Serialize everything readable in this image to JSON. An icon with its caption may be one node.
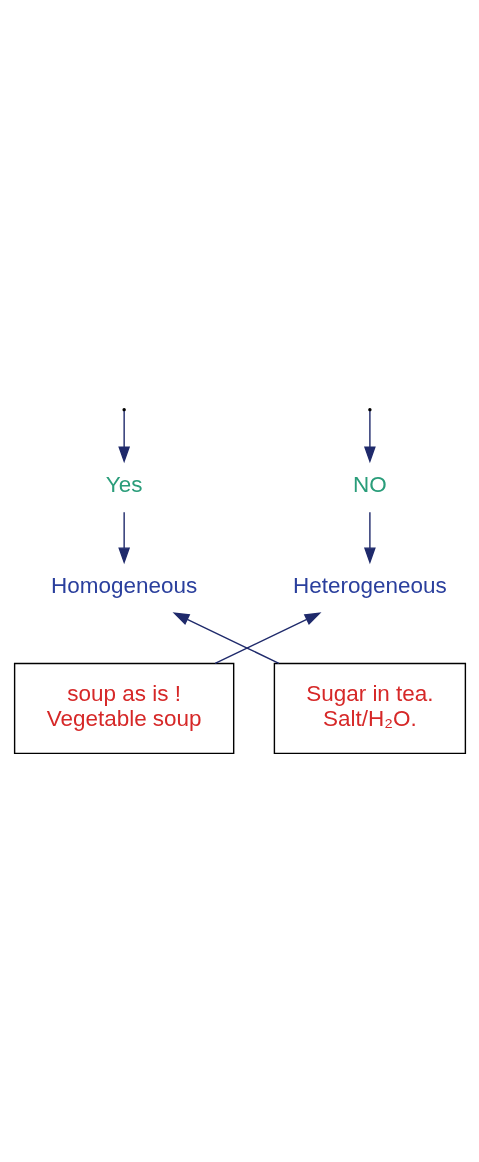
{
  "diagram": {
    "nodes": [
      {
        "text": [
          "NO"
        ]
      },
      {
        "text": [
          "Yes"
        ]
      },
      {
        "text": [
          "Heterogeneous"
        ]
      },
      {
        "text": [
          "Homogeneous"
        ]
      },
      {
        "text": [
          "Sugar in tea.",
          "Salt/H₂O."
        ]
      },
      {
        "text": [
          "soup as is !",
          "Vegetable soup"
        ]
      }
    ],
    "edges": [
      {
        "from": null,
        "to": 0,
        "arrow": "to"
      },
      {
        "from": null,
        "to": 1,
        "arrow": "to"
      },
      {
        "from": 0,
        "to": 2,
        "arrow": "to"
      },
      {
        "from": 1,
        "to": 3,
        "arrow": "to"
      },
      {
        "from": 4,
        "to": 3,
        "arrow": "to"
      },
      {
        "from": 5,
        "to": 2,
        "arrow": "to"
      }
    ]
  }
}
